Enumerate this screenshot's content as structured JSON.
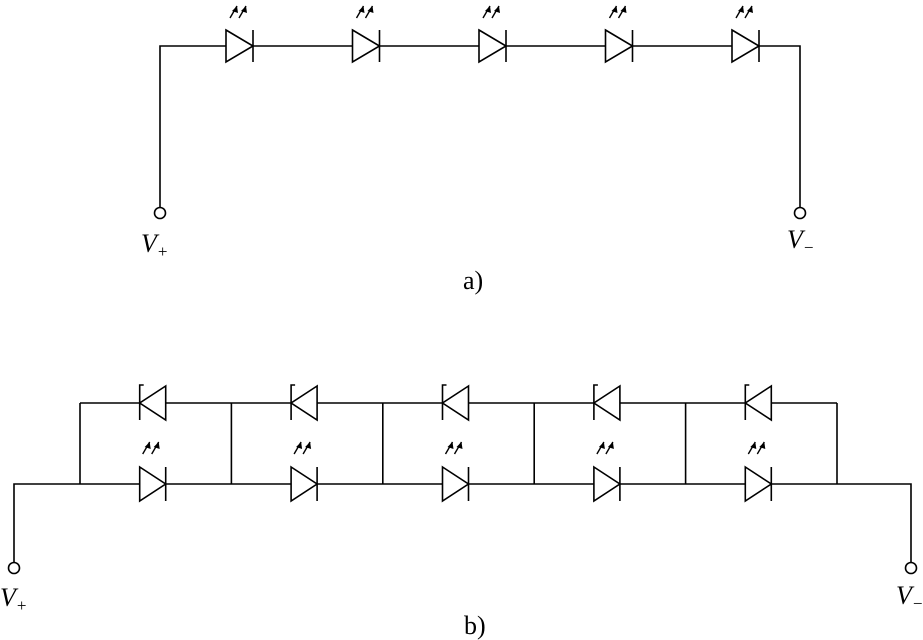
{
  "diagram_a": {
    "caption": "a)",
    "terminal_positive": {
      "symbol": "V",
      "sub": "+"
    },
    "terminal_negative": {
      "symbol": "V",
      "sub": "−"
    },
    "led_count": 5
  },
  "diagram_b": {
    "caption": "b)",
    "terminal_positive": {
      "symbol": "V",
      "sub": "+"
    },
    "terminal_negative": {
      "symbol": "V",
      "sub": "−"
    },
    "section_count": 5
  },
  "colors": {
    "line": "#000000",
    "background": "#ffffff"
  }
}
